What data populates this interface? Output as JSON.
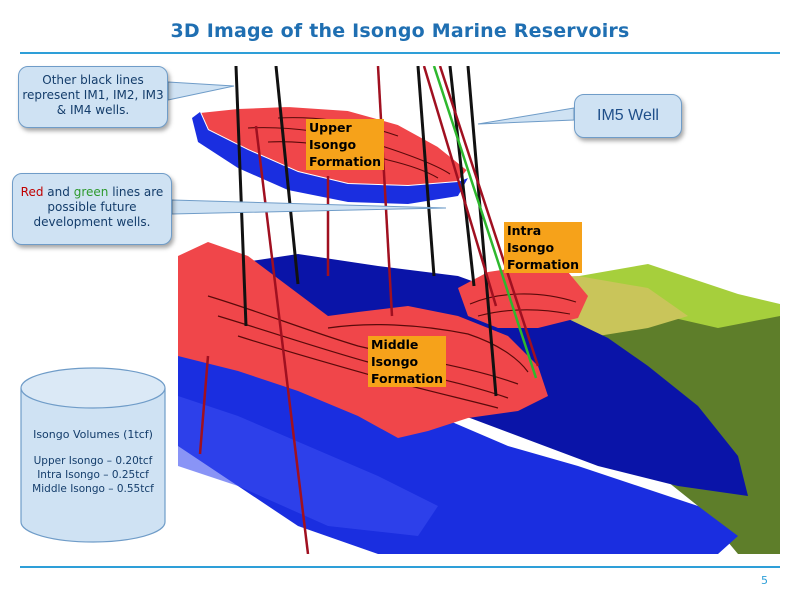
{
  "slide": {
    "title": "3D Image of the Isongo Marine Reservoirs",
    "page_number": "5"
  },
  "callouts": {
    "black_lines": "Other black lines represent IM1, IM2, IM3 & IM4 wells.",
    "future_red": "Red",
    "future_and": " and ",
    "future_green": "green",
    "future_rest": " lines are possible future development wells.",
    "im5": "IM5 Well"
  },
  "formation_labels": {
    "upper": [
      "Upper",
      "Isongo",
      "Formation"
    ],
    "intra": [
      "Intra",
      "Isongo",
      "Formation"
    ],
    "middle": [
      "Middle",
      "Isongo",
      "Formation"
    ]
  },
  "volumes": {
    "title": "Isongo Volumes (1tcf)",
    "lines": [
      "Upper Isongo – 0.20tcf",
      "Intra Isongo – 0.25tcf",
      "Middle Isongo – 0.55tcf"
    ]
  },
  "colors": {
    "title": "#1f6fb2",
    "rule": "#2e9fd8",
    "reservoir_red": "#f0464a",
    "base_blue": "#1a2ee0",
    "dark_blue": "#0a14a8",
    "olive_green": "#5e7e2a",
    "light_green": "#a6cf3c",
    "label_orange": "#f6a21a",
    "callout_fill": "#cfe2f3"
  }
}
